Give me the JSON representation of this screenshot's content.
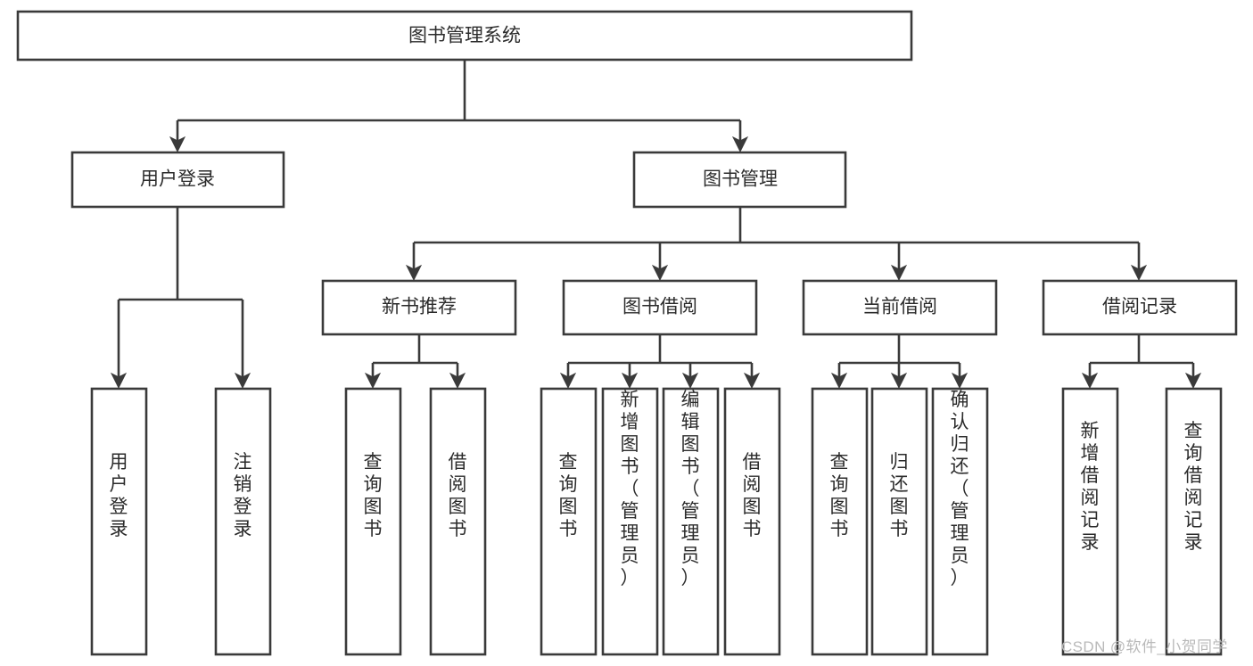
{
  "diagram": {
    "title": "图书管理系统",
    "type": "tree",
    "orientation": "top-down",
    "watermark": "CSDN @软件_小贺同学",
    "colors": {
      "background": "#ffffff",
      "stroke": "#3a3a3a",
      "node_fill": "#ffffff",
      "label": "#2b2b2b",
      "watermark": "#b9b9b9"
    },
    "root": {
      "id": "root",
      "label": "图书管理系统",
      "orientation": "horizontal"
    },
    "level2": [
      {
        "id": "user-login",
        "label": "用户登录",
        "orientation": "horizontal"
      },
      {
        "id": "book-manage",
        "label": "图书管理",
        "orientation": "horizontal"
      }
    ],
    "level3": [
      {
        "id": "new-book-recommend",
        "label": "新书推荐",
        "parent": "book-manage",
        "orientation": "horizontal"
      },
      {
        "id": "book-borrow",
        "label": "图书借阅",
        "parent": "book-manage",
        "orientation": "horizontal"
      },
      {
        "id": "current-borrow",
        "label": "当前借阅",
        "parent": "book-manage",
        "orientation": "horizontal"
      },
      {
        "id": "borrow-record",
        "label": "借阅记录",
        "parent": "book-manage",
        "orientation": "horizontal"
      }
    ],
    "leaves": [
      {
        "id": "leaf-user-login",
        "label": "用户登录",
        "parent": "user-login",
        "orientation": "vertical"
      },
      {
        "id": "leaf-logout-login",
        "label": "注销登录",
        "parent": "user-login",
        "orientation": "vertical"
      },
      {
        "id": "leaf-query-book-1",
        "label": "查询图书",
        "parent": "new-book-recommend",
        "orientation": "vertical"
      },
      {
        "id": "leaf-borrow-book-1",
        "label": "借阅图书",
        "parent": "new-book-recommend",
        "orientation": "vertical"
      },
      {
        "id": "leaf-query-book-2",
        "label": "查询图书",
        "parent": "book-borrow",
        "orientation": "vertical"
      },
      {
        "id": "leaf-add-book",
        "label": "新增图书（管理员）",
        "parent": "book-borrow",
        "orientation": "vertical"
      },
      {
        "id": "leaf-edit-book",
        "label": "编辑图书（管理员）",
        "parent": "book-borrow",
        "orientation": "vertical"
      },
      {
        "id": "leaf-borrow-book-2",
        "label": "借阅图书",
        "parent": "book-borrow",
        "orientation": "vertical"
      },
      {
        "id": "leaf-query-book-3",
        "label": "查询图书",
        "parent": "current-borrow",
        "orientation": "vertical"
      },
      {
        "id": "leaf-return-book",
        "label": "归还图书",
        "parent": "current-borrow",
        "orientation": "vertical"
      },
      {
        "id": "leaf-confirm-return",
        "label": "确认归还（管理员）",
        "parent": "current-borrow",
        "orientation": "vertical"
      },
      {
        "id": "leaf-add-record",
        "label": "新增借阅记录",
        "parent": "borrow-record",
        "orientation": "vertical"
      },
      {
        "id": "leaf-query-record",
        "label": "查询借阅记录",
        "parent": "borrow-record",
        "orientation": "vertical"
      }
    ]
  }
}
